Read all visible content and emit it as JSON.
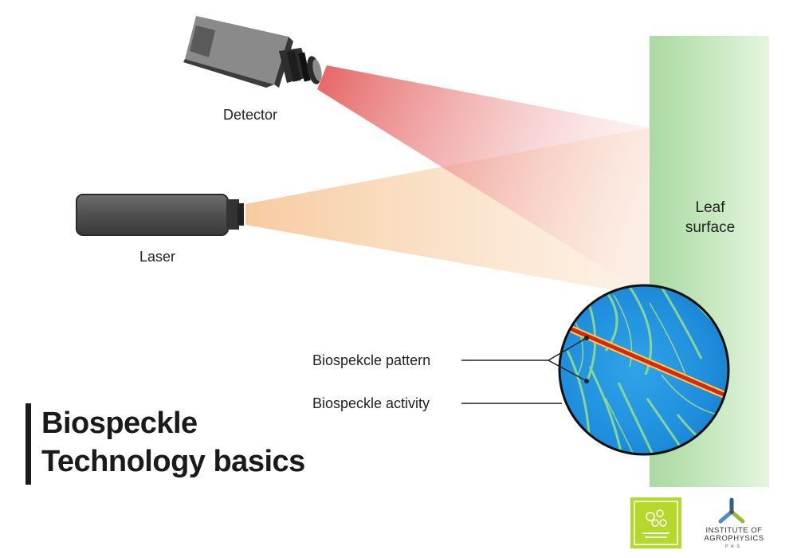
{
  "labels": {
    "detector": "Detector",
    "laser": "Laser",
    "leaf_line1": "Leaf",
    "leaf_line2": "surface",
    "pattern": "Biospekcle pattern",
    "activity": "Biospeckle activity"
  },
  "title": {
    "line1": "Biospeckle",
    "line2": "Technology basics"
  },
  "logos": {
    "institute_line1": "INSTITUTE OF",
    "institute_line2": "AGROPHYSICS",
    "institute_line3": "PAS"
  },
  "colors": {
    "leaf": "#a8d8a0",
    "laser_beam": "#f7c99a",
    "detector_beam": "#e25a5a",
    "device_body": "#555555",
    "logo_green": "#9acd32"
  }
}
